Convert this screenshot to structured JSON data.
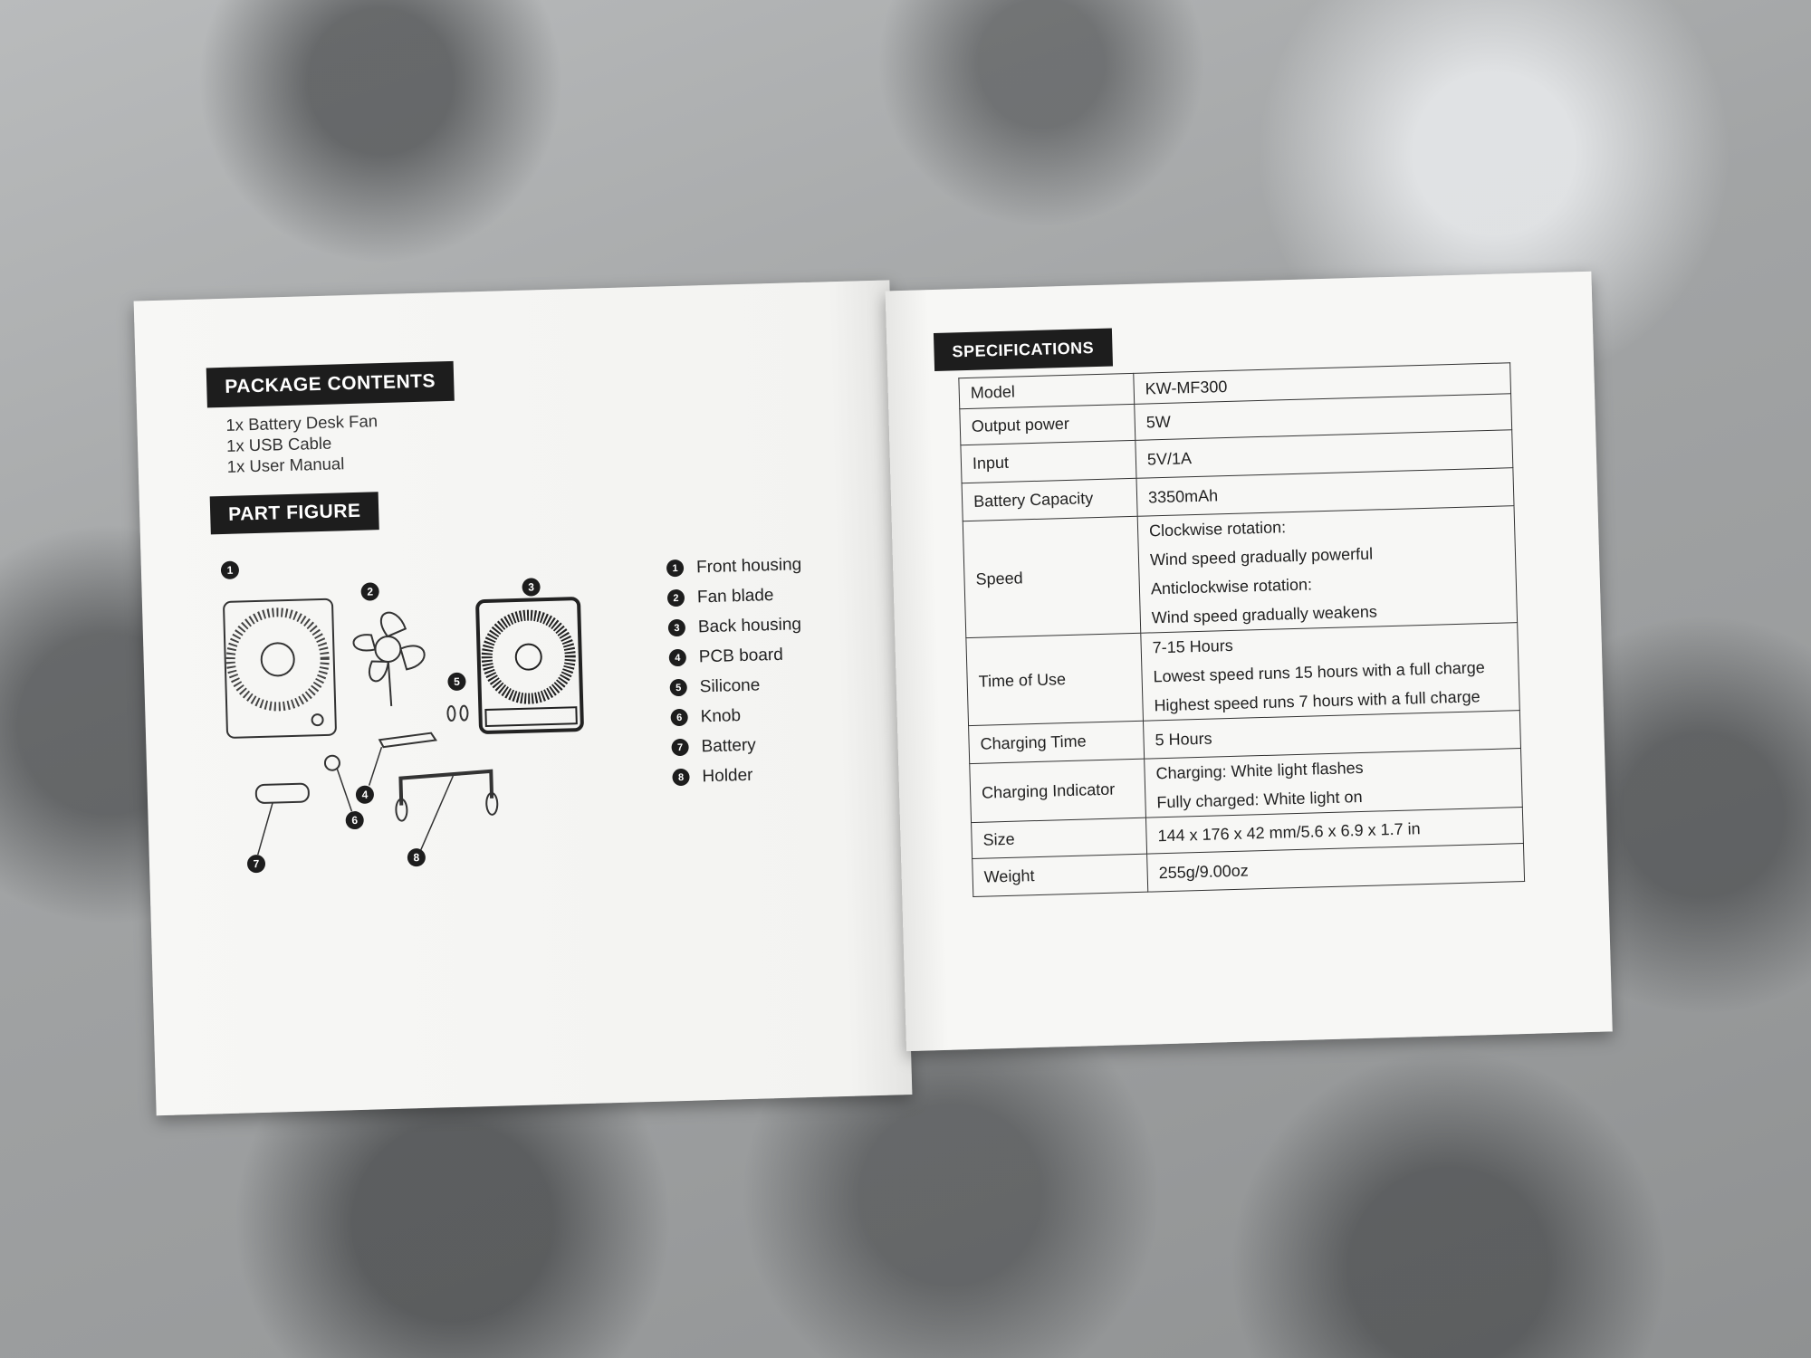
{
  "package_contents": {
    "title": "PACKAGE CONTENTS",
    "items": [
      "1x Battery Desk Fan",
      "1x USB Cable",
      "1x User Manual"
    ]
  },
  "part_figure": {
    "title": "PART FIGURE",
    "parts": [
      {
        "num": "1",
        "label": "Front housing"
      },
      {
        "num": "2",
        "label": "Fan blade"
      },
      {
        "num": "3",
        "label": "Back housing"
      },
      {
        "num": "4",
        "label": "PCB board"
      },
      {
        "num": "5",
        "label": "Silicone"
      },
      {
        "num": "6",
        "label": "Knob"
      },
      {
        "num": "7",
        "label": "Battery"
      },
      {
        "num": "8",
        "label": "Holder"
      }
    ]
  },
  "specifications": {
    "title": "SPECIFICATIONS",
    "rows": [
      {
        "key": "Model",
        "lines": [
          "KW-MF300"
        ]
      },
      {
        "key": "Output power",
        "lines": [
          "5W"
        ]
      },
      {
        "key": "Input",
        "lines": [
          "5V/1A"
        ]
      },
      {
        "key": "Battery Capacity",
        "lines": [
          "3350mAh"
        ]
      },
      {
        "key": "Speed",
        "lines": [
          "Clockwise rotation:",
          "Wind speed gradually powerful",
          "Anticlockwise rotation:",
          "Wind speed gradually weakens"
        ]
      },
      {
        "key": "Time of Use",
        "lines": [
          "7-15 Hours",
          "Lowest speed runs 15 hours with a full charge",
          "Highest speed runs 7 hours with a full charge"
        ]
      },
      {
        "key": "Charging Time",
        "lines": [
          "5 Hours"
        ]
      },
      {
        "key": "Charging Indicator",
        "lines": [
          "Charging: White light flashes",
          "Fully charged: White light on"
        ]
      },
      {
        "key": "Size",
        "lines": [
          "144 x 176 x 42 mm/5.6 x 6.9 x 1.7 in"
        ]
      },
      {
        "key": "Weight",
        "lines": [
          "255g/9.00oz"
        ]
      }
    ]
  }
}
